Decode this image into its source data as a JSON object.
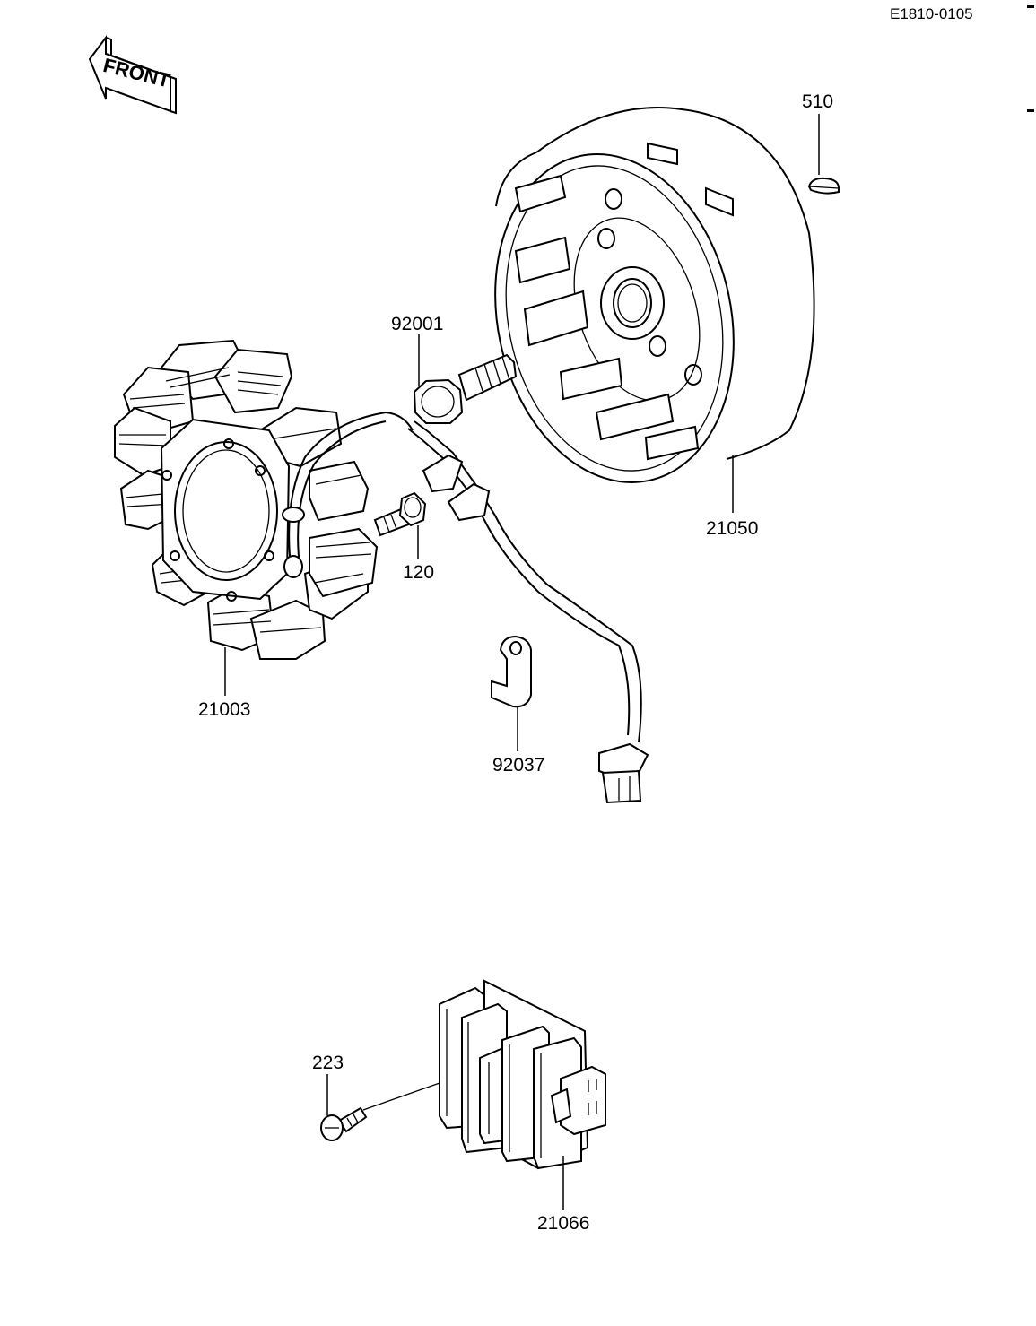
{
  "diagram_code": "E1810-0105",
  "front_label": "FRONT",
  "parts": [
    {
      "number": "510"
    },
    {
      "number": "92001"
    },
    {
      "number": "21050"
    },
    {
      "number": "21003"
    },
    {
      "number": "120"
    },
    {
      "number": "92037"
    },
    {
      "number": "223"
    },
    {
      "number": "21066"
    }
  ]
}
